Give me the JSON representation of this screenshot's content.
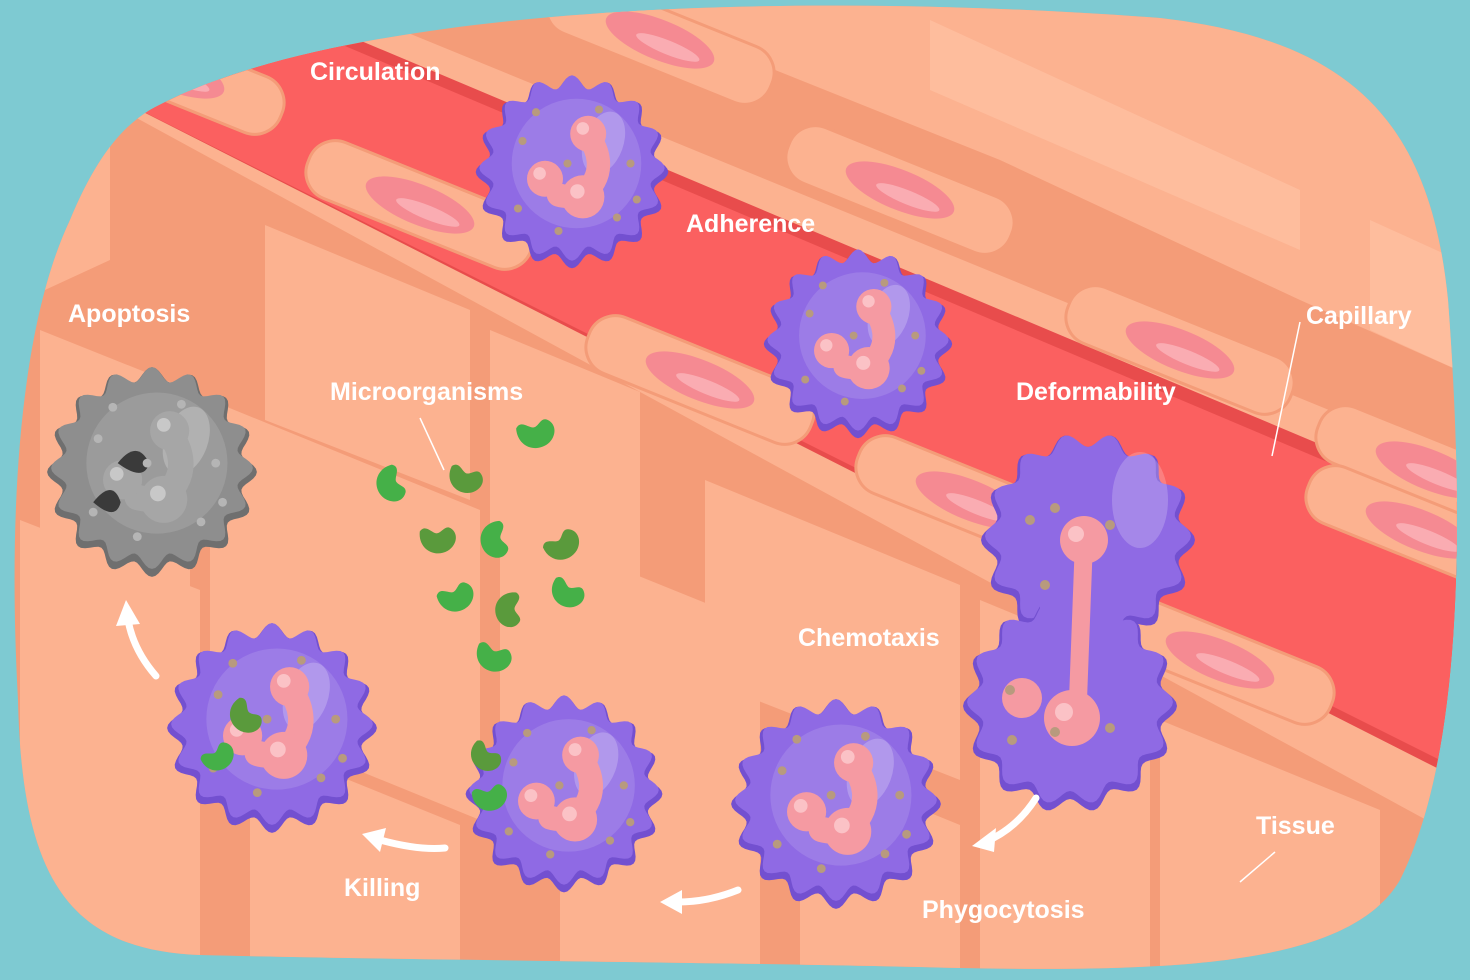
{
  "labels": {
    "circulation": "Circulation",
    "adherence": "Adherence",
    "capillary": "Capillary",
    "deformability": "Deformability",
    "apoptosis": "Apoptosis",
    "microorganisms": "Microorganisms",
    "chemotaxis": "Chemotaxis",
    "tissue": "Tissue",
    "phygocytosis": "Phygocytosis",
    "killing": "Killing"
  },
  "colors": {
    "background": "#7ecad2",
    "tissue": "#fcb290",
    "tissue_line": "#f49c78",
    "blood": "#fb6060",
    "endothelium": "#fcb290",
    "rbc": "#f58a92",
    "cell_membrane": "#8f6ae4",
    "cell_membrane_dark": "#7350d0",
    "nucleus": "#f59aa2",
    "granule": "#b89a7e",
    "microbe_light": "#45b048",
    "microbe_dark": "#5a9a3c",
    "dead_cell": "#8e8e8e",
    "label_text": "#ffffff"
  }
}
